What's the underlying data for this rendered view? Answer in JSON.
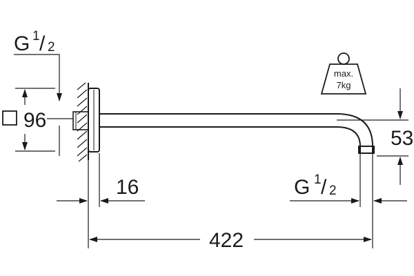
{
  "diagram": {
    "thread_top_left": {
      "g": "G",
      "num": "1",
      "den": "2"
    },
    "flange_size": {
      "symbol": "□",
      "value": "96"
    },
    "offset_height": "53",
    "flange_thickness": "16",
    "thread_bottom_right": {
      "g": "G",
      "num": "1",
      "den": "2"
    },
    "arm_length": "422",
    "weight_badge": {
      "line1": "max.",
      "line2": "7kg"
    }
  },
  "colors": {
    "ink": "#1a1a1a",
    "background": "#ffffff"
  }
}
